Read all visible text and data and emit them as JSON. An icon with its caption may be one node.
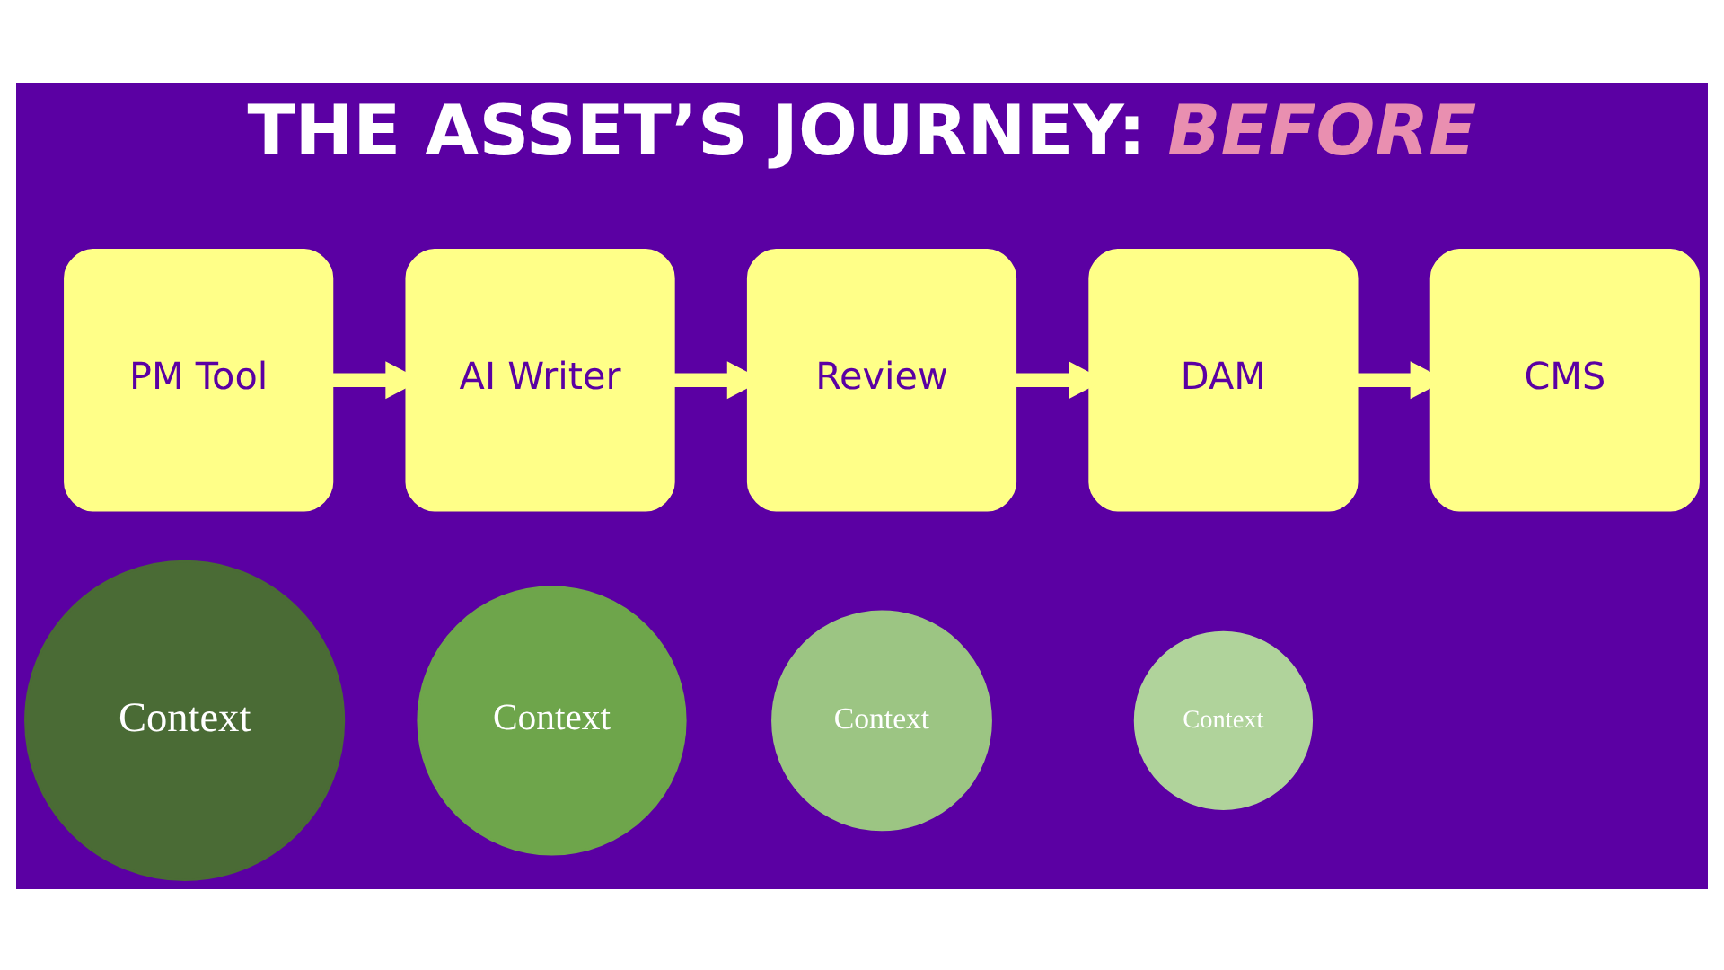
{
  "diagram": {
    "title": "THE ASSET’S JOURNEY: *BEFORE*",
    "nodes": [
      {
        "text": [
          "PM Tool"
        ]
      },
      {
        "text": [
          "AI Writer"
        ]
      },
      {
        "text": [
          "Review"
        ]
      },
      {
        "text": [
          "DAM"
        ]
      },
      {
        "text": [
          "CMS"
        ]
      },
      {
        "text": [
          "Context"
        ]
      },
      {
        "text": [
          "Context"
        ]
      },
      {
        "text": [
          "Context"
        ]
      },
      {
        "text": [
          "Context"
        ]
      }
    ],
    "edges": [
      {
        "from": 0,
        "to": 1,
        "arrow": "to"
      },
      {
        "from": 1,
        "to": 2,
        "arrow": "to"
      },
      {
        "from": 2,
        "to": 3,
        "arrow": "to"
      },
      {
        "from": 3,
        "to": 4,
        "arrow": "to"
      }
    ]
  }
}
